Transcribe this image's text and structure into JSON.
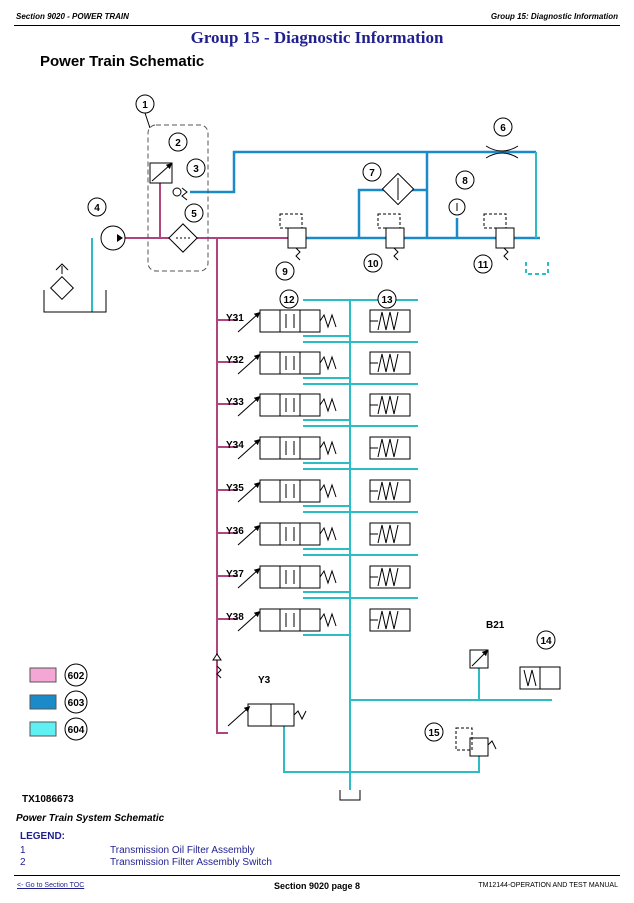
{
  "header": {
    "left": "Section 9020 - POWER TRAIN",
    "right": "Group 15: Diagnostic Information"
  },
  "group_title": "Group 15 - Diagnostic Information",
  "sub_title": "Power Train Schematic",
  "colors": {
    "pink": "#b0457e",
    "blue": "#1a8ac9",
    "teal": "#2bbcc4",
    "title_blue": "#1f1f8f"
  },
  "callouts": {
    "c1": "1",
    "c2": "2",
    "c3": "3",
    "c4": "4",
    "c5": "5",
    "c6": "6",
    "c7": "7",
    "c8": "8",
    "c9": "9",
    "c10": "10",
    "c11": "11",
    "c12": "12",
    "c13": "13",
    "c14": "14",
    "c15": "15"
  },
  "solenoids": [
    "Y31",
    "Y32",
    "Y33",
    "Y34",
    "Y35",
    "Y36",
    "Y37",
    "Y38"
  ],
  "labels": {
    "y3": "Y3",
    "b21": "B21",
    "tx": "TX1086673"
  },
  "color_key": [
    "602",
    "603",
    "604"
  ],
  "caption": "Power Train System Schematic",
  "legend": {
    "head": "LEGEND:",
    "items": [
      {
        "num": "1",
        "desc": "Transmission Oil Filter Assembly"
      },
      {
        "num": "2",
        "desc": "Transmission Filter Assembly Switch"
      }
    ]
  },
  "footer": {
    "toc": "<- Go to Section TOC",
    "page": "Section 9020 page 8",
    "manual": "TM12144-OPERATION AND TEST MANUAL"
  }
}
